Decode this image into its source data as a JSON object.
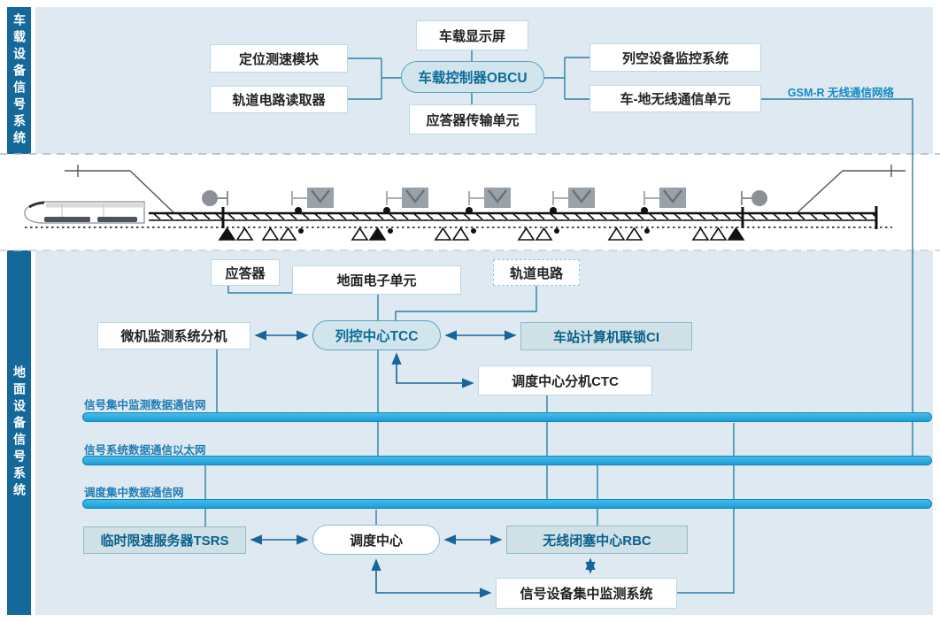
{
  "sidebar": {
    "top_label": "车载设备信号系统",
    "bottom_label": "地面设备信号系统"
  },
  "onboard": {
    "display": "车载显示屏",
    "positioning": "定位测速模块",
    "track_reader": "轨道电路读取器",
    "obcu": "车载控制器OBCU",
    "monitor": "列空设备监控系统",
    "radio": "车-地无线通信单元",
    "btm": "应答器传输单元",
    "gsmr": "GSM-R 无线通信网络"
  },
  "ground": {
    "balise": "应答器",
    "leu": "地面电子单元",
    "track_circuit": "轨道电路",
    "micro_monitor": "微机监测系统分机",
    "tcc": "列控中心TCC",
    "ci": "车站计算机联锁CI",
    "ctc": "调度中心分机CTC",
    "bus1": "信号集中监测数据通信网",
    "bus2": "信号系统数据通信以太网",
    "bus3": "调度集中数据通信网",
    "tsrs": "临时限速服务器TSRS",
    "dispatch": "调度中心",
    "rbc": "无线闭塞中心RBC",
    "monitor_sys": "信号设备集中监测系统"
  },
  "icons": [
    "train-icon",
    "catenary-mast-icon",
    "track-icon",
    "circle-signal-icon",
    "square-signal-icon",
    "balise-triangle-icon",
    "double-arrow-icon"
  ],
  "colors": {
    "sidebar": "#15689a",
    "panel_bg": "#dfe9f1",
    "bus_bar": "#29a9de",
    "bus_label": "#1e7cb4",
    "connector": "#2b7fa9",
    "pill_fill": "#d2e5ec",
    "pill_text": "#0c6c97",
    "teal_box_fill": "#cfe0e7",
    "teal_box_text": "#0a618c",
    "gsmr_text": "#128ac2"
  }
}
